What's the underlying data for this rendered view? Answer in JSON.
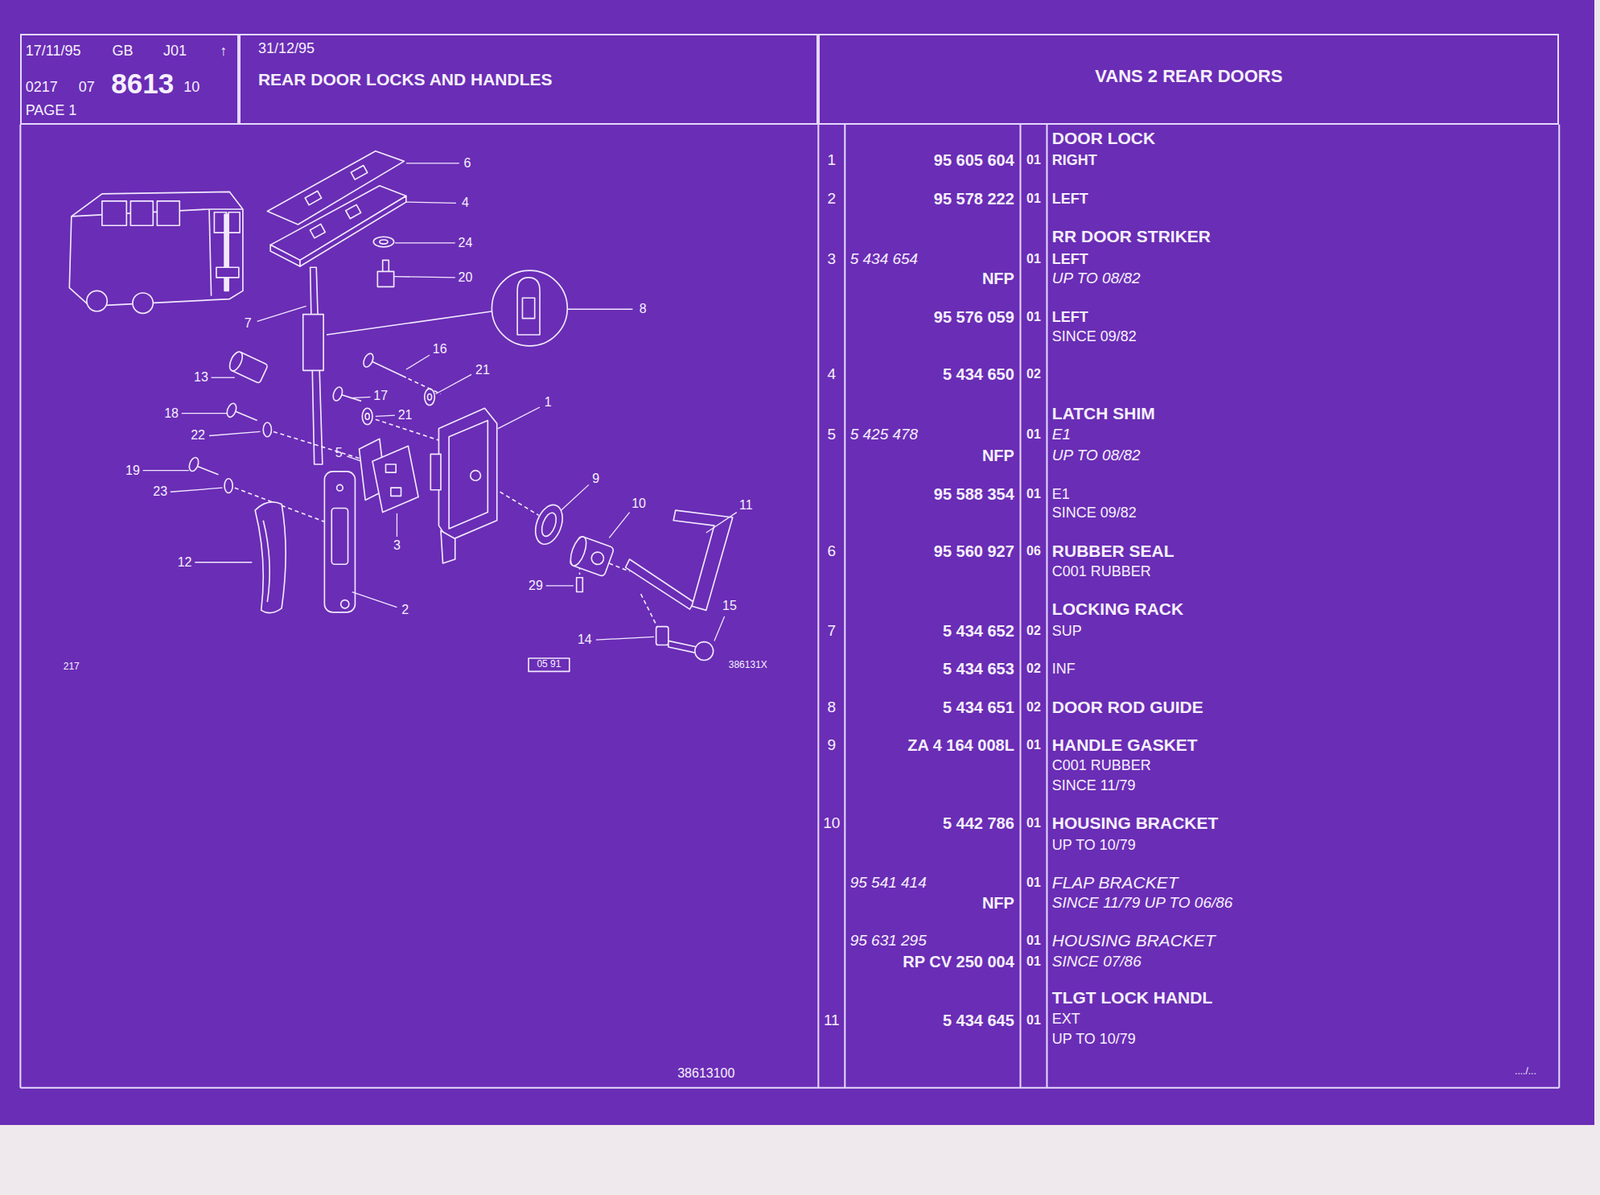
{
  "diagram": {
    "nodes": [
      {
        "text": [
          "17/11/95",
          "GB",
          "J01",
          "↑",
          "0217",
          "07",
          "8613",
          "10",
          "PAGE 1"
        ]
      },
      {
        "text": [
          "31/12/95",
          "REAR DOOR LOCKS AND HANDLES"
        ]
      },
      {
        "text": [
          "VANS 2 REAR DOORS"
        ]
      }
    ],
    "labels": [
      "6",
      "4",
      "24",
      "20",
      "8",
      "7",
      "16",
      "21",
      "13",
      "17",
      "18",
      "21",
      "1",
      "22",
      "5",
      "19",
      "9",
      "23",
      "10",
      "11",
      "3",
      "12",
      "29",
      "15",
      "2",
      "14",
      "217",
      "05 91",
      "386131X",
      "38613100",
      "DOOR LOCK",
      "1",
      "95 605 604",
      "01",
      "RIGHT",
      "2",
      "95 578 222",
      "01",
      "LEFT",
      "RR DOOR STRIKER",
      "3",
      "5 434 654",
      "01",
      "LEFT",
      "NFP",
      "UP TO 08/82",
      "95 576 059",
      "01",
      "LEFT",
      "SINCE 09/82",
      "4",
      "5 434 650",
      "02",
      "LATCH SHIM",
      "5",
      "5 425 478",
      "01",
      "E1",
      "NFP",
      "UP TO 08/82",
      "95 588 354",
      "01",
      "E1",
      "SINCE 09/82",
      "6",
      "95 560 927",
      "06",
      "RUBBER SEAL",
      "C001 RUBBER",
      "LOCKING RACK",
      "7",
      "5 434 652",
      "02",
      "SUP",
      "5 434 653",
      "02",
      "INF",
      "8",
      "5 434 651",
      "02",
      "DOOR ROD GUIDE",
      "9",
      "ZA 4 164 008L",
      "01",
      "HANDLE GASKET",
      "C001 RUBBER",
      "SINCE 11/79",
      "10",
      "5 442 786",
      "01",
      "HOUSING BRACKET",
      "UP TO 10/79",
      "95 541 414",
      "01",
      "FLAP BRACKET",
      "NFP",
      "SINCE 11/79 UP TO 06/86",
      "95 631 295",
      "01",
      "HOUSING BRACKET",
      "RP CV 250 004",
      "01",
      "SINCE 07/86",
      "TLGT LOCK HANDL",
      "11",
      "5 434 645",
      "01",
      "EXT",
      "UP TO 10/79",
      "..../..."
    ]
  }
}
